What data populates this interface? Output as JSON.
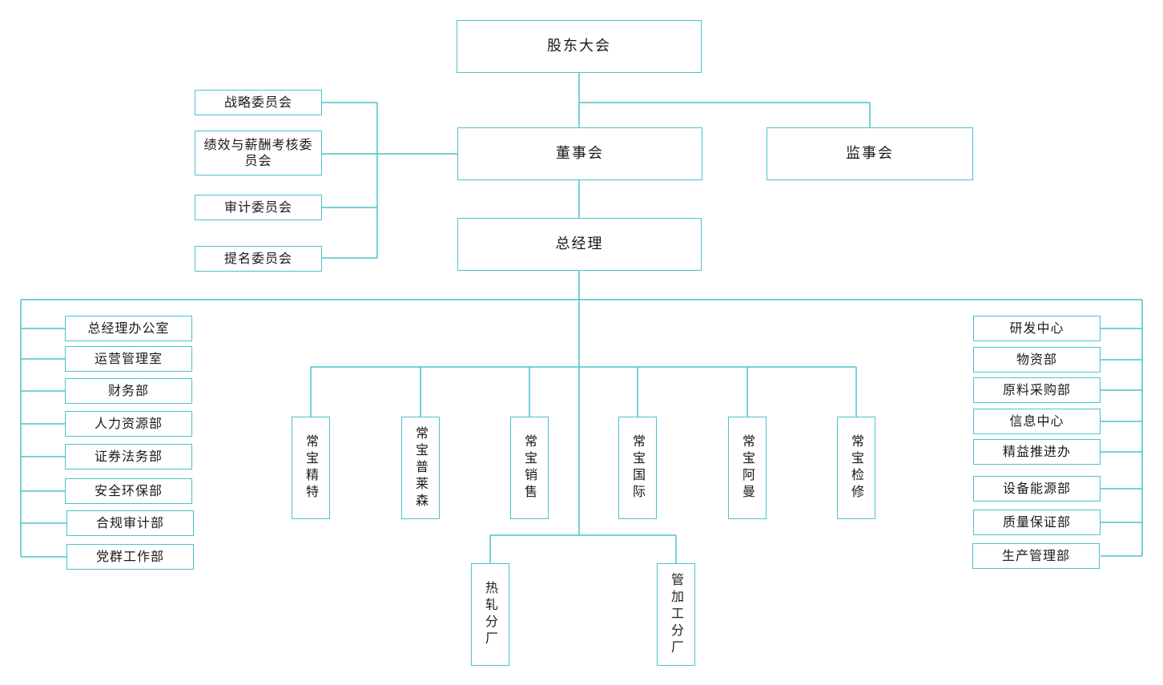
{
  "colors": {
    "line": "#4cc3c9",
    "text": "#1a1a1a"
  },
  "top": {
    "shareholders": "股东大会",
    "board": "董事会",
    "supervisors": "监事会",
    "gm": "总经理"
  },
  "committees": [
    "战略委员会",
    "绩效与薪酬考核委员会",
    "审计委员会",
    "提名委员会"
  ],
  "left_departments": [
    "总经理办公室",
    "运营管理室",
    "财务部",
    "人力资源部",
    "证券法务部",
    "安全环保部",
    "合规审计部",
    "党群工作部"
  ],
  "right_departments": [
    "研发中心",
    "物资部",
    "原料采购部",
    "信息中心",
    "精益推进办",
    "设备能源部",
    "质量保证部",
    "生产管理部"
  ],
  "subsidiaries": [
    "常宝精特",
    "常宝普莱森",
    "常宝销售",
    "常宝国际",
    "常宝阿曼",
    "常宝检修"
  ],
  "branches": [
    "热轧分厂",
    "管加工分厂"
  ]
}
